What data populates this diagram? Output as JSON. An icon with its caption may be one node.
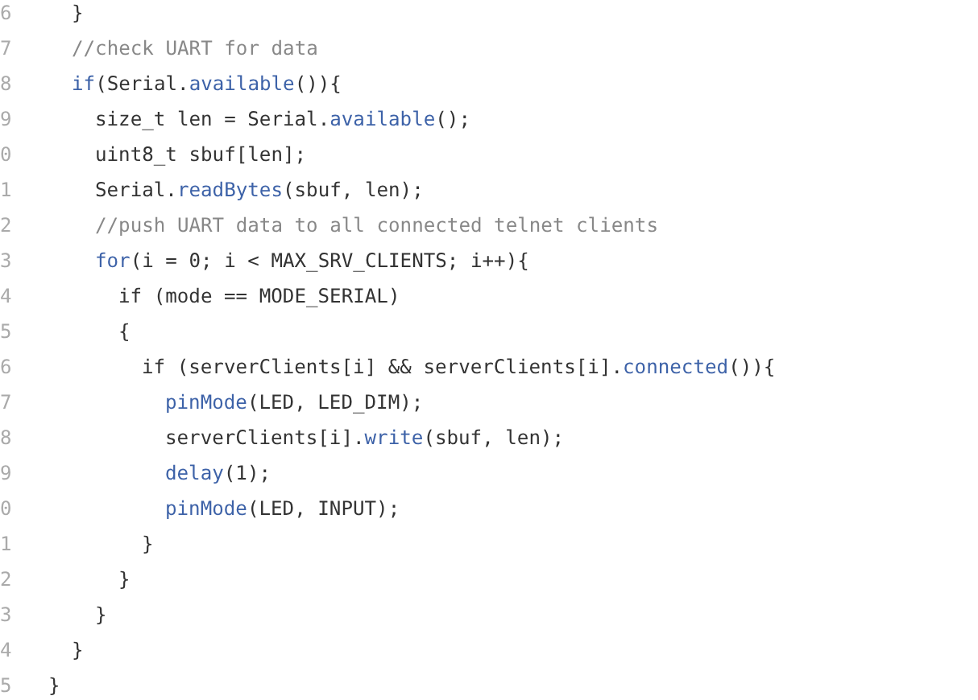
{
  "diagram": {
    "labels": [
      "6",
      "}",
      "7",
      "//check UART for data",
      "8",
      "if(Serial.available()){",
      "9",
      "size_t len = Serial.available();",
      "0",
      "uint8_t sbuf[len];",
      "1",
      "Serial.readBytes(sbuf, len);",
      "2",
      "//push UART data to all connected telnet clients",
      "3",
      "for(i = 0; i < MAX_SRV_CLIENTS; i++){",
      "4",
      "if (mode == MODE_SERIAL)",
      "5",
      "{",
      "6",
      "if (serverClients[i] && serverClients[i].connected()){",
      "7",
      "pinMode(LED, LED_DIM);",
      "8",
      "serverClients[i].write(sbuf, len);",
      "9",
      "delay(1);",
      "0",
      "pinMode(LED, INPUT);",
      "1",
      "}",
      "2",
      "}",
      "3",
      "}",
      "4",
      "}",
      "5",
      "}"
    ]
  }
}
